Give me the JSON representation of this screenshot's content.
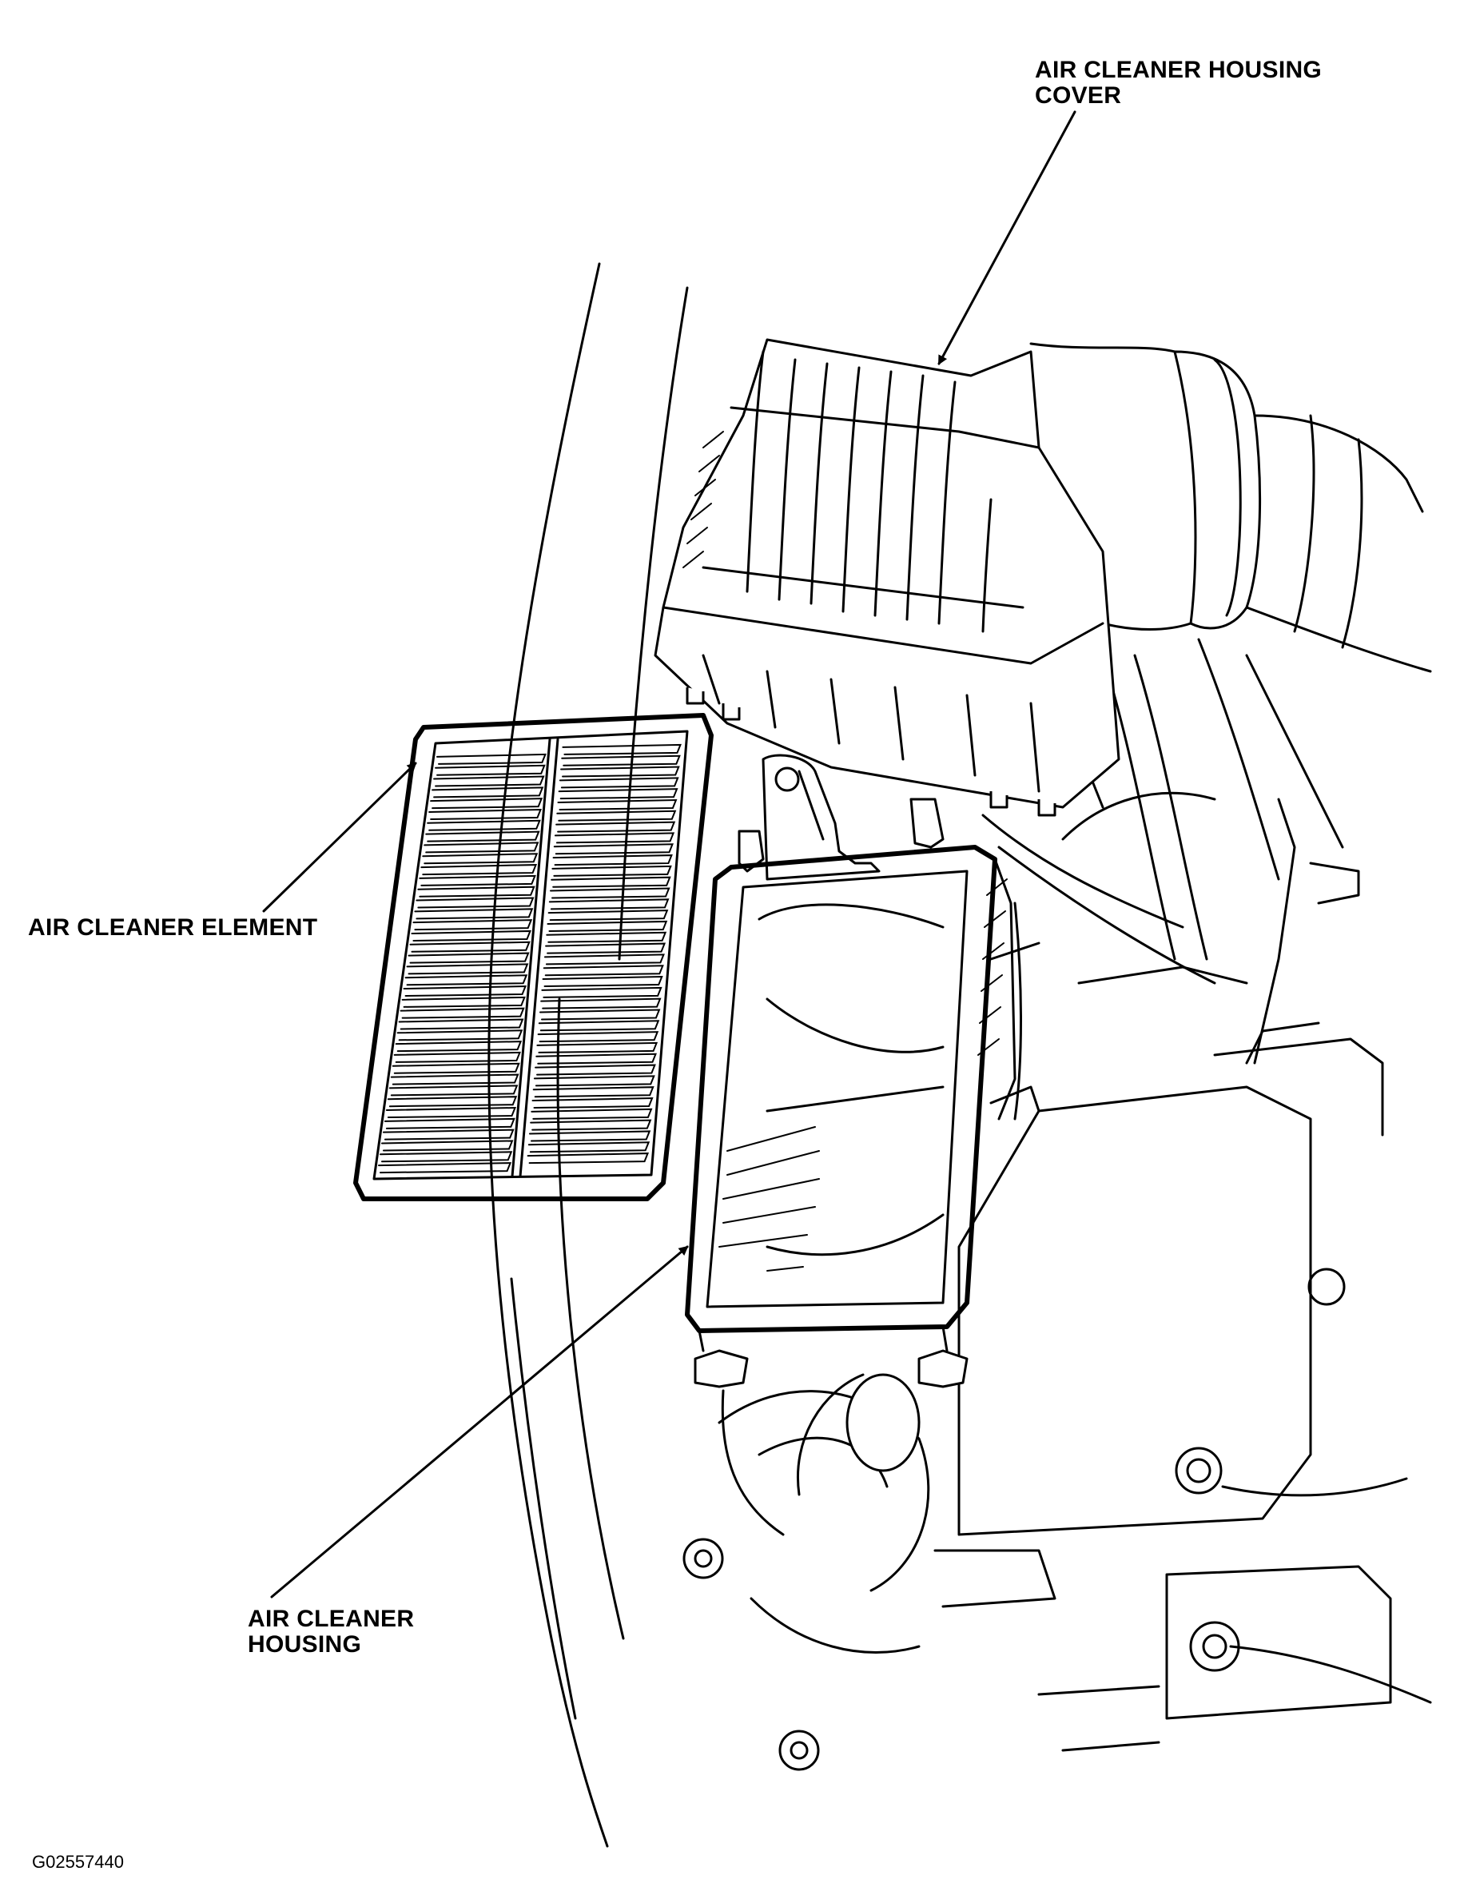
{
  "labels": {
    "housing_cover": [
      "AIR CLEANER HOUSING",
      "COVER"
    ],
    "element": "AIR CLEANER ELEMENT",
    "housing": [
      "AIR CLEANER",
      "HOUSING"
    ]
  },
  "figure_code": "G02557440"
}
